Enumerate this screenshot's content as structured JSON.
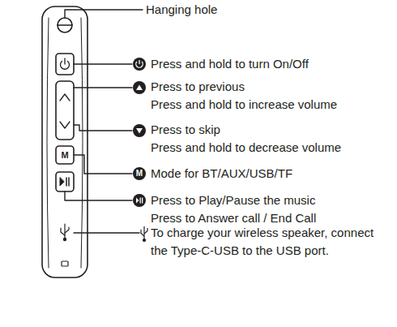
{
  "diagram": {
    "labels": [
      "Hanging hole",
      "Press and hold to turn On/Off",
      "Press to previous",
      "Press and hold to increase volume",
      "Press to skip",
      "Press and hold to decrease volume",
      "M",
      "M",
      "Mode for BT/AUX/USB/TF",
      "Press to Play/Pause the music",
      "Press to Answer call / End Call",
      "To charge your wireless speaker, connect the Type-C-USB to the USB port."
    ]
  }
}
